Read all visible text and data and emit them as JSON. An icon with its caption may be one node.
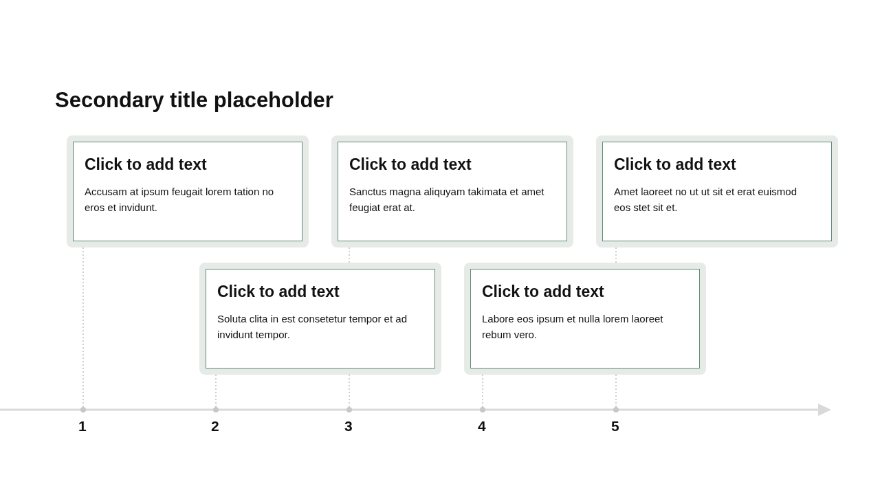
{
  "diagram": {
    "title": "Secondary title placeholder",
    "nodes": [
      {
        "text": [
          "Click to add text",
          "Accusam at ipsum feugait lorem tation no eros et invidunt."
        ]
      },
      {
        "text": [
          "Click to add text",
          "Soluta clita in est consetetur tempor et ad invidunt tempor."
        ]
      },
      {
        "text": [
          "Click to add text",
          "Sanctus magna aliquyam takimata et amet feugiat erat at."
        ]
      },
      {
        "text": [
          "Click to add text",
          "Labore eos ipsum et nulla lorem laoreet rebum vero."
        ]
      },
      {
        "text": [
          "Click to add text",
          "Amet laoreet no ut ut sit et erat euismod eos stet sit et."
        ]
      },
      {
        "text": [],
        "shape": "circle",
        "beside": [
          "1"
        ]
      },
      {
        "text": [],
        "shape": "circle",
        "beside": [
          "2"
        ]
      },
      {
        "text": [],
        "shape": "circle",
        "beside": [
          "3"
        ]
      },
      {
        "text": [],
        "shape": "circle",
        "beside": [
          "4"
        ]
      },
      {
        "text": [],
        "shape": "circle",
        "beside": [
          "5"
        ]
      }
    ],
    "edges": [
      {
        "from": 0,
        "to": 5,
        "arrow": "none",
        "style": "dashed"
      },
      {
        "from": 1,
        "to": 6,
        "arrow": "none",
        "style": "dashed"
      },
      {
        "from": 2,
        "to": 7,
        "arrow": "none",
        "style": "dashed"
      },
      {
        "from": 3,
        "to": 8,
        "arrow": "none",
        "style": "dashed"
      },
      {
        "from": 4,
        "to": 9,
        "arrow": "none",
        "style": "dashed"
      }
    ]
  }
}
